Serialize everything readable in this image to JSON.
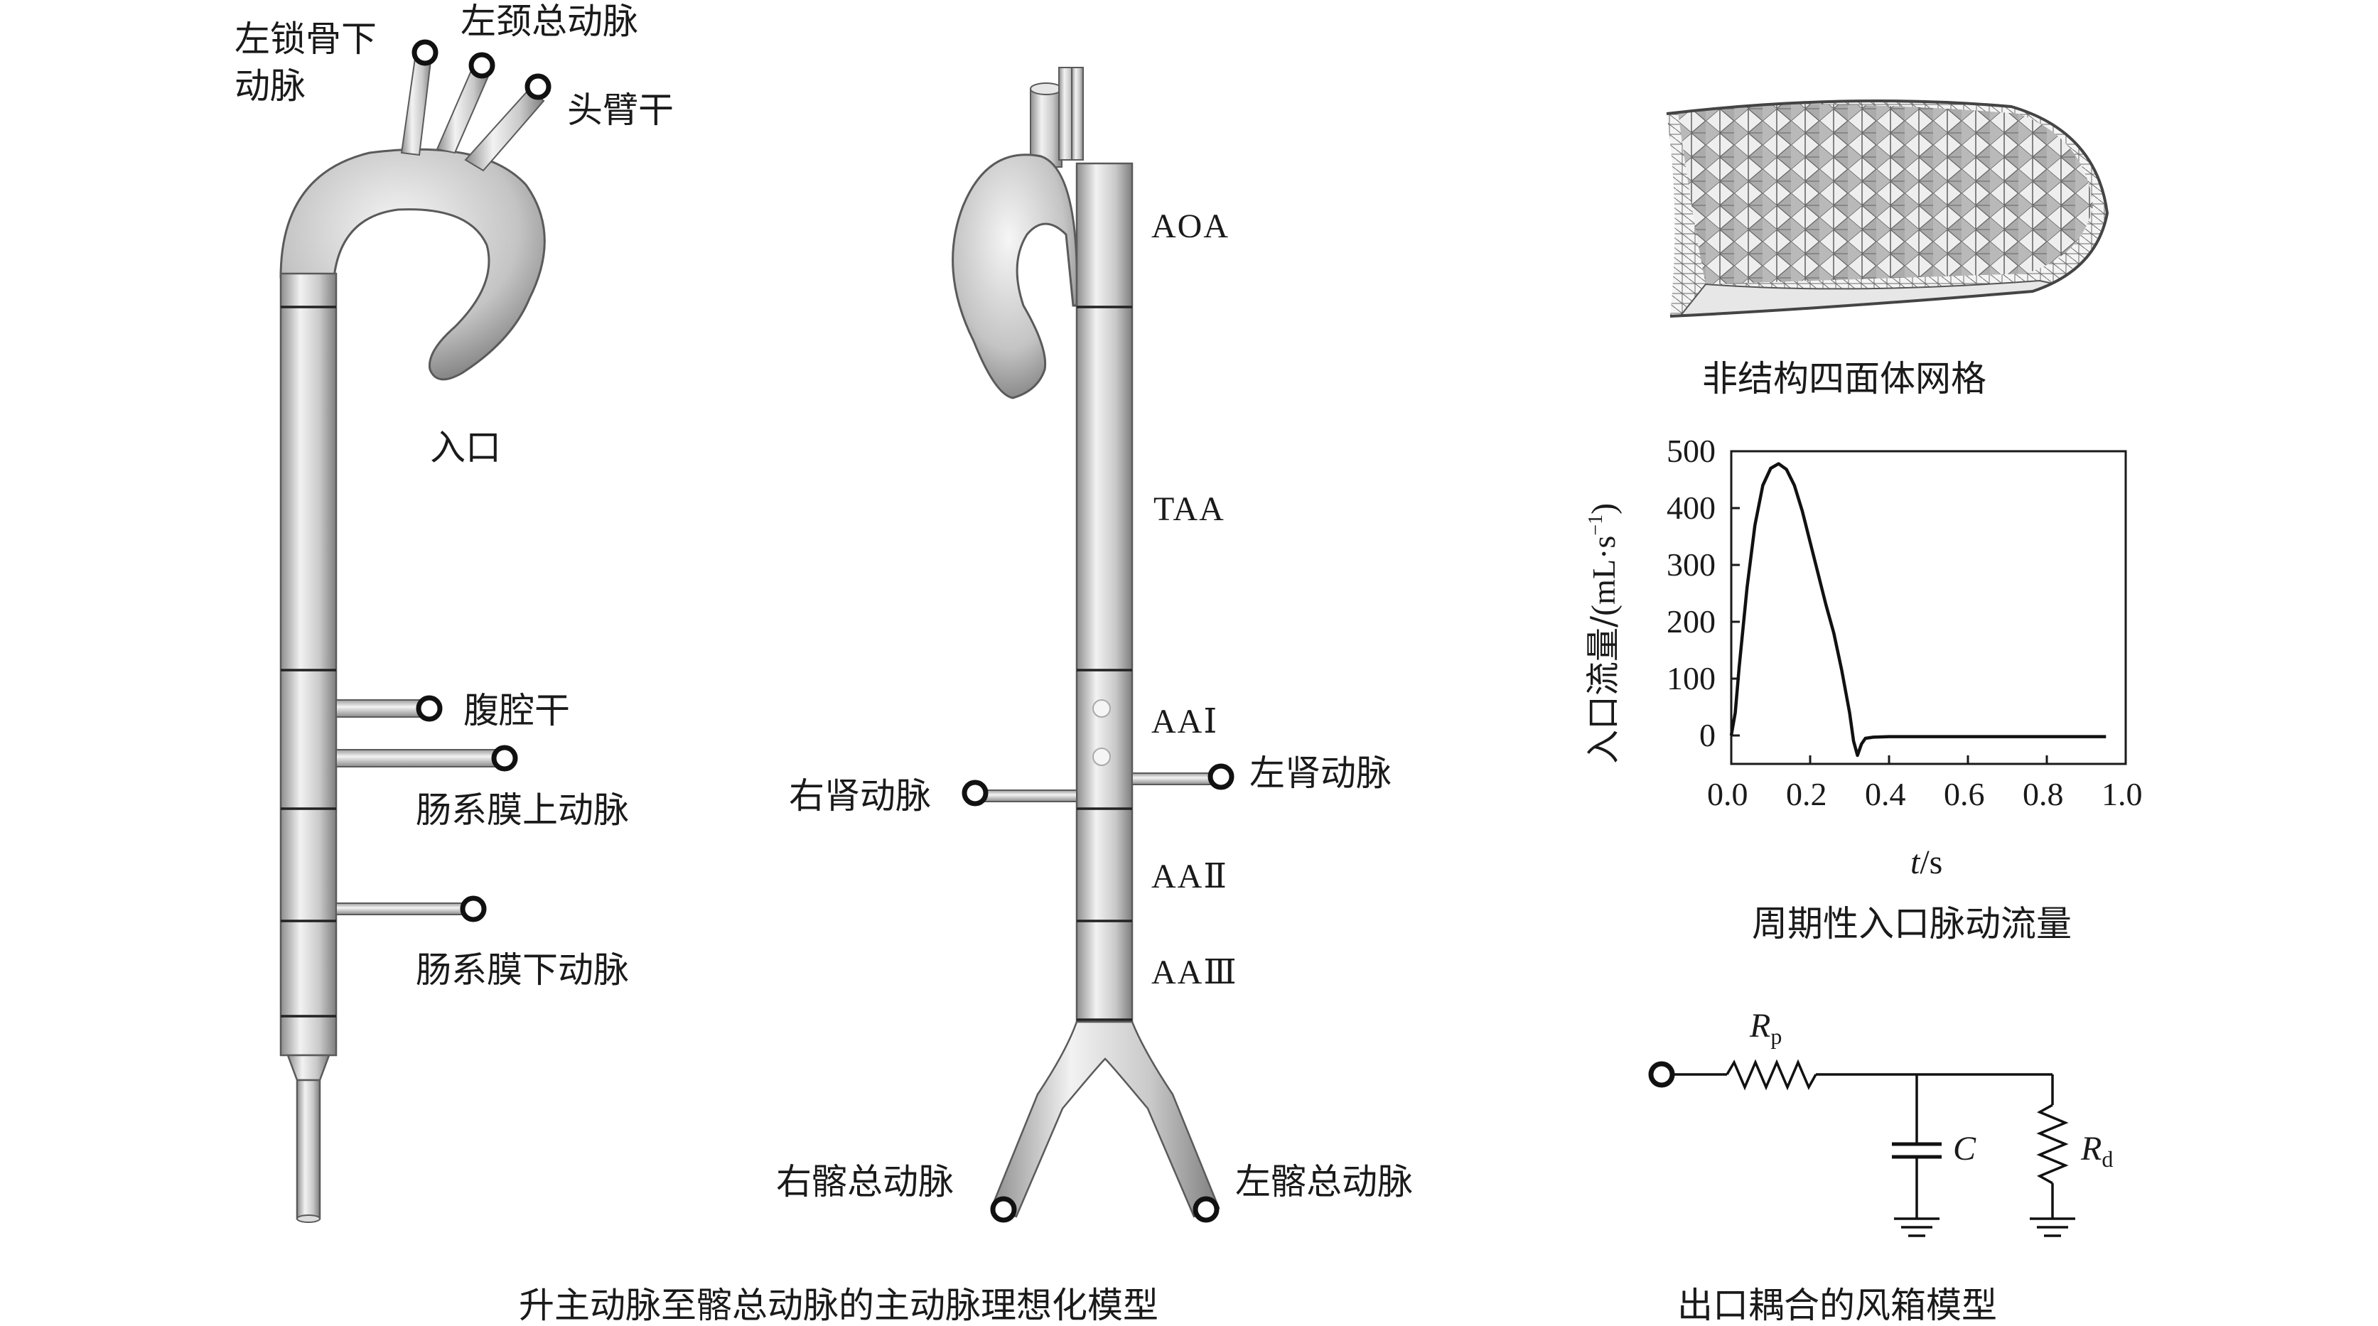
{
  "left_model": {
    "labels": {
      "left_subclavian_line1": "左锁骨下",
      "left_subclavian_line2": "动脉",
      "left_carotid": "左颈总动脉",
      "brachiocephalic": "头臂干",
      "inlet": "入口",
      "celiac": "腹腔干",
      "superior_mesenteric": "肠系膜上动脉",
      "inferior_mesenteric": "肠系膜下动脉"
    }
  },
  "middle_model": {
    "segments": {
      "aoa": "AOA",
      "taa": "TAA",
      "aa1": "AAⅠ",
      "aa2": "AAⅡ",
      "aa3": "AAⅢ"
    },
    "labels": {
      "right_renal": "右肾动脉",
      "left_renal": "左肾动脉",
      "right_iliac": "右髂总动脉",
      "left_iliac": "左髂总动脉"
    }
  },
  "left_caption": "升主动脉至髂总动脉的主动脉理想化模型",
  "mesh": {
    "caption": "非结构四面体网格"
  },
  "flow_chart": {
    "caption": "周期性入口脉动流量",
    "chart_data": {
      "type": "line",
      "ylabel_main": "入口流量/",
      "ylabel_unit": "mL·s",
      "ylabel_sup": "−1",
      "xlabel_italic": "t",
      "xlabel_unit": "/s",
      "xlim": [
        0.0,
        1.0
      ],
      "ylim": [
        -50,
        500
      ],
      "x_ticks": [
        "0.0",
        "0.2",
        "0.4",
        "0.6",
        "0.8",
        "1.0"
      ],
      "y_ticks": [
        "500",
        "400",
        "300",
        "200",
        "100",
        "0"
      ],
      "y_tick_values": [
        500,
        400,
        300,
        200,
        100,
        0
      ],
      "x_tick_values": [
        0.0,
        0.2,
        0.4,
        0.6,
        0.8,
        1.0
      ],
      "series": [
        {
          "x": [
            0.0,
            0.01,
            0.02,
            0.04,
            0.06,
            0.08,
            0.1,
            0.12,
            0.14,
            0.16,
            0.18,
            0.2,
            0.22,
            0.24,
            0.26,
            0.28,
            0.3,
            0.31,
            0.32,
            0.33,
            0.34,
            0.36,
            0.4,
            0.5,
            0.6,
            0.7,
            0.8,
            0.9,
            0.95
          ],
          "y": [
            0,
            40,
            120,
            260,
            370,
            440,
            470,
            478,
            468,
            440,
            395,
            340,
            285,
            230,
            180,
            115,
            40,
            -10,
            -35,
            -15,
            -5,
            -3,
            -2,
            -2,
            -2,
            -2,
            -2,
            -2,
            -2
          ]
        }
      ]
    }
  },
  "windkessel": {
    "caption": "出口耦合的风箱模型",
    "rp_letter": "R",
    "rp_sub": "p",
    "c_letter": "C",
    "rd_letter": "R",
    "rd_sub": "d"
  }
}
